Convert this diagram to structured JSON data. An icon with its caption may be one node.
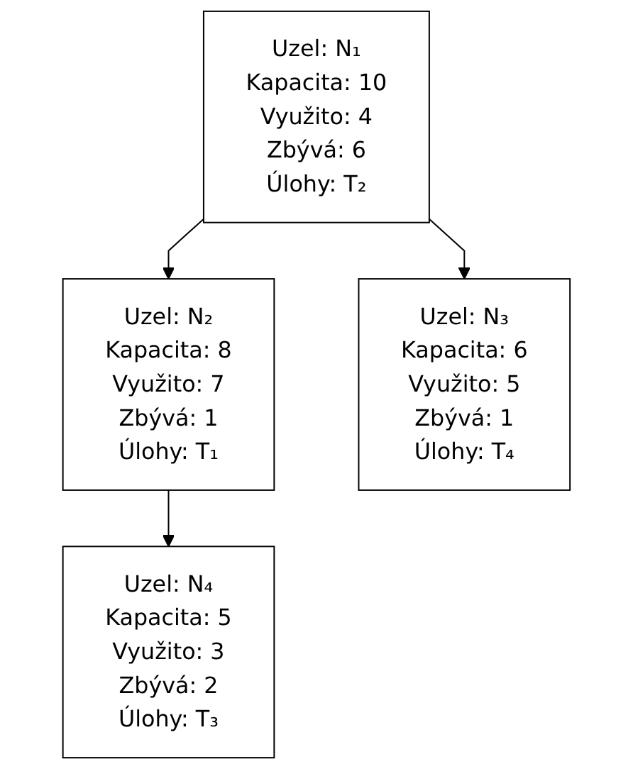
{
  "diagram": {
    "nodes": [
      {
        "text": [
          "Uzel: N₁",
          "Kapacita: 10",
          "Využito: 4",
          "Zbývá: 6",
          "Úlohy: T₂"
        ]
      },
      {
        "text": [
          "Uzel: N₂",
          "Kapacita: 8",
          "Využito: 7",
          "Zbývá: 1",
          "Úlohy: T₁"
        ]
      },
      {
        "text": [
          "Uzel: N₃",
          "Kapacita: 6",
          "Využito: 5",
          "Zbývá: 1",
          "Úlohy: T₄"
        ]
      },
      {
        "text": [
          "Uzel: N₄",
          "Kapacita: 5",
          "Využito: 3",
          "Zbývá: 2",
          "Úlohy: T₃"
        ]
      }
    ],
    "edges": [
      {
        "from": 0,
        "to": 1,
        "arrow": "to"
      },
      {
        "from": 0,
        "to": 2,
        "arrow": "to"
      },
      {
        "from": 1,
        "to": 3,
        "arrow": "to"
      }
    ]
  }
}
